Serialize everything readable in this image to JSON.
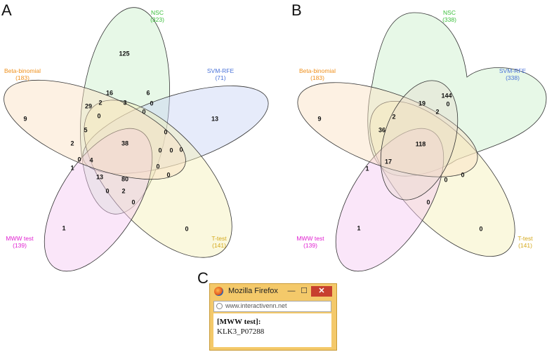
{
  "panels": {
    "a": {
      "letter": "A",
      "sets": {
        "nsc": {
          "name": "NSC",
          "count": "(323)",
          "color": "#3bbf3b"
        },
        "svm": {
          "name": "SVM-RFE",
          "count": "(71)",
          "color": "#4a72d8"
        },
        "tt": {
          "name": "T-test",
          "count": "(141)",
          "color": "#d4a81a"
        },
        "mww": {
          "name": "MWW test",
          "count": "(139)",
          "color": "#e01fd0"
        },
        "bb": {
          "name": "Beta-binomial",
          "count": "(183)",
          "color": "#ef8f1b"
        }
      },
      "regions": [
        "125",
        "13",
        "0",
        "1",
        "9",
        "16",
        "6",
        "29",
        "2",
        "3",
        "0",
        "0",
        "0",
        "5",
        "0",
        "38",
        "2",
        "0",
        "4",
        "0",
        "0",
        "0",
        "0",
        "1",
        "13",
        "80",
        "0",
        "0",
        "2",
        "0"
      ]
    },
    "b": {
      "letter": "B",
      "sets": {
        "nsc": {
          "name": "NSC",
          "count": "(338)",
          "color": "#3bbf3b"
        },
        "svm": {
          "name": "SVM-RFE",
          "count": "(338)",
          "color": "#4a72d8"
        },
        "tt": {
          "name": "T-test",
          "count": "(141)",
          "color": "#d4a81a"
        },
        "mww": {
          "name": "MWW test",
          "count": "(139)",
          "color": "#e01fd0"
        },
        "bb": {
          "name": "Beta-binomial",
          "count": "(183)",
          "color": "#ef8f1b"
        }
      },
      "regions": [
        "144",
        "0",
        "19",
        "2",
        "36",
        "2",
        "118",
        "17",
        "1",
        "0",
        "0",
        "9",
        "1",
        "0",
        "0"
      ]
    },
    "c": {
      "letter": "C",
      "window_title": "Mozilla Firefox",
      "minimize_symbol": "—",
      "maximize_symbol": "☐",
      "close_symbol": "✕",
      "url": "www.interactivenn.net",
      "heading": "[MWW test]:",
      "gene": "KLK3_P07288"
    }
  }
}
